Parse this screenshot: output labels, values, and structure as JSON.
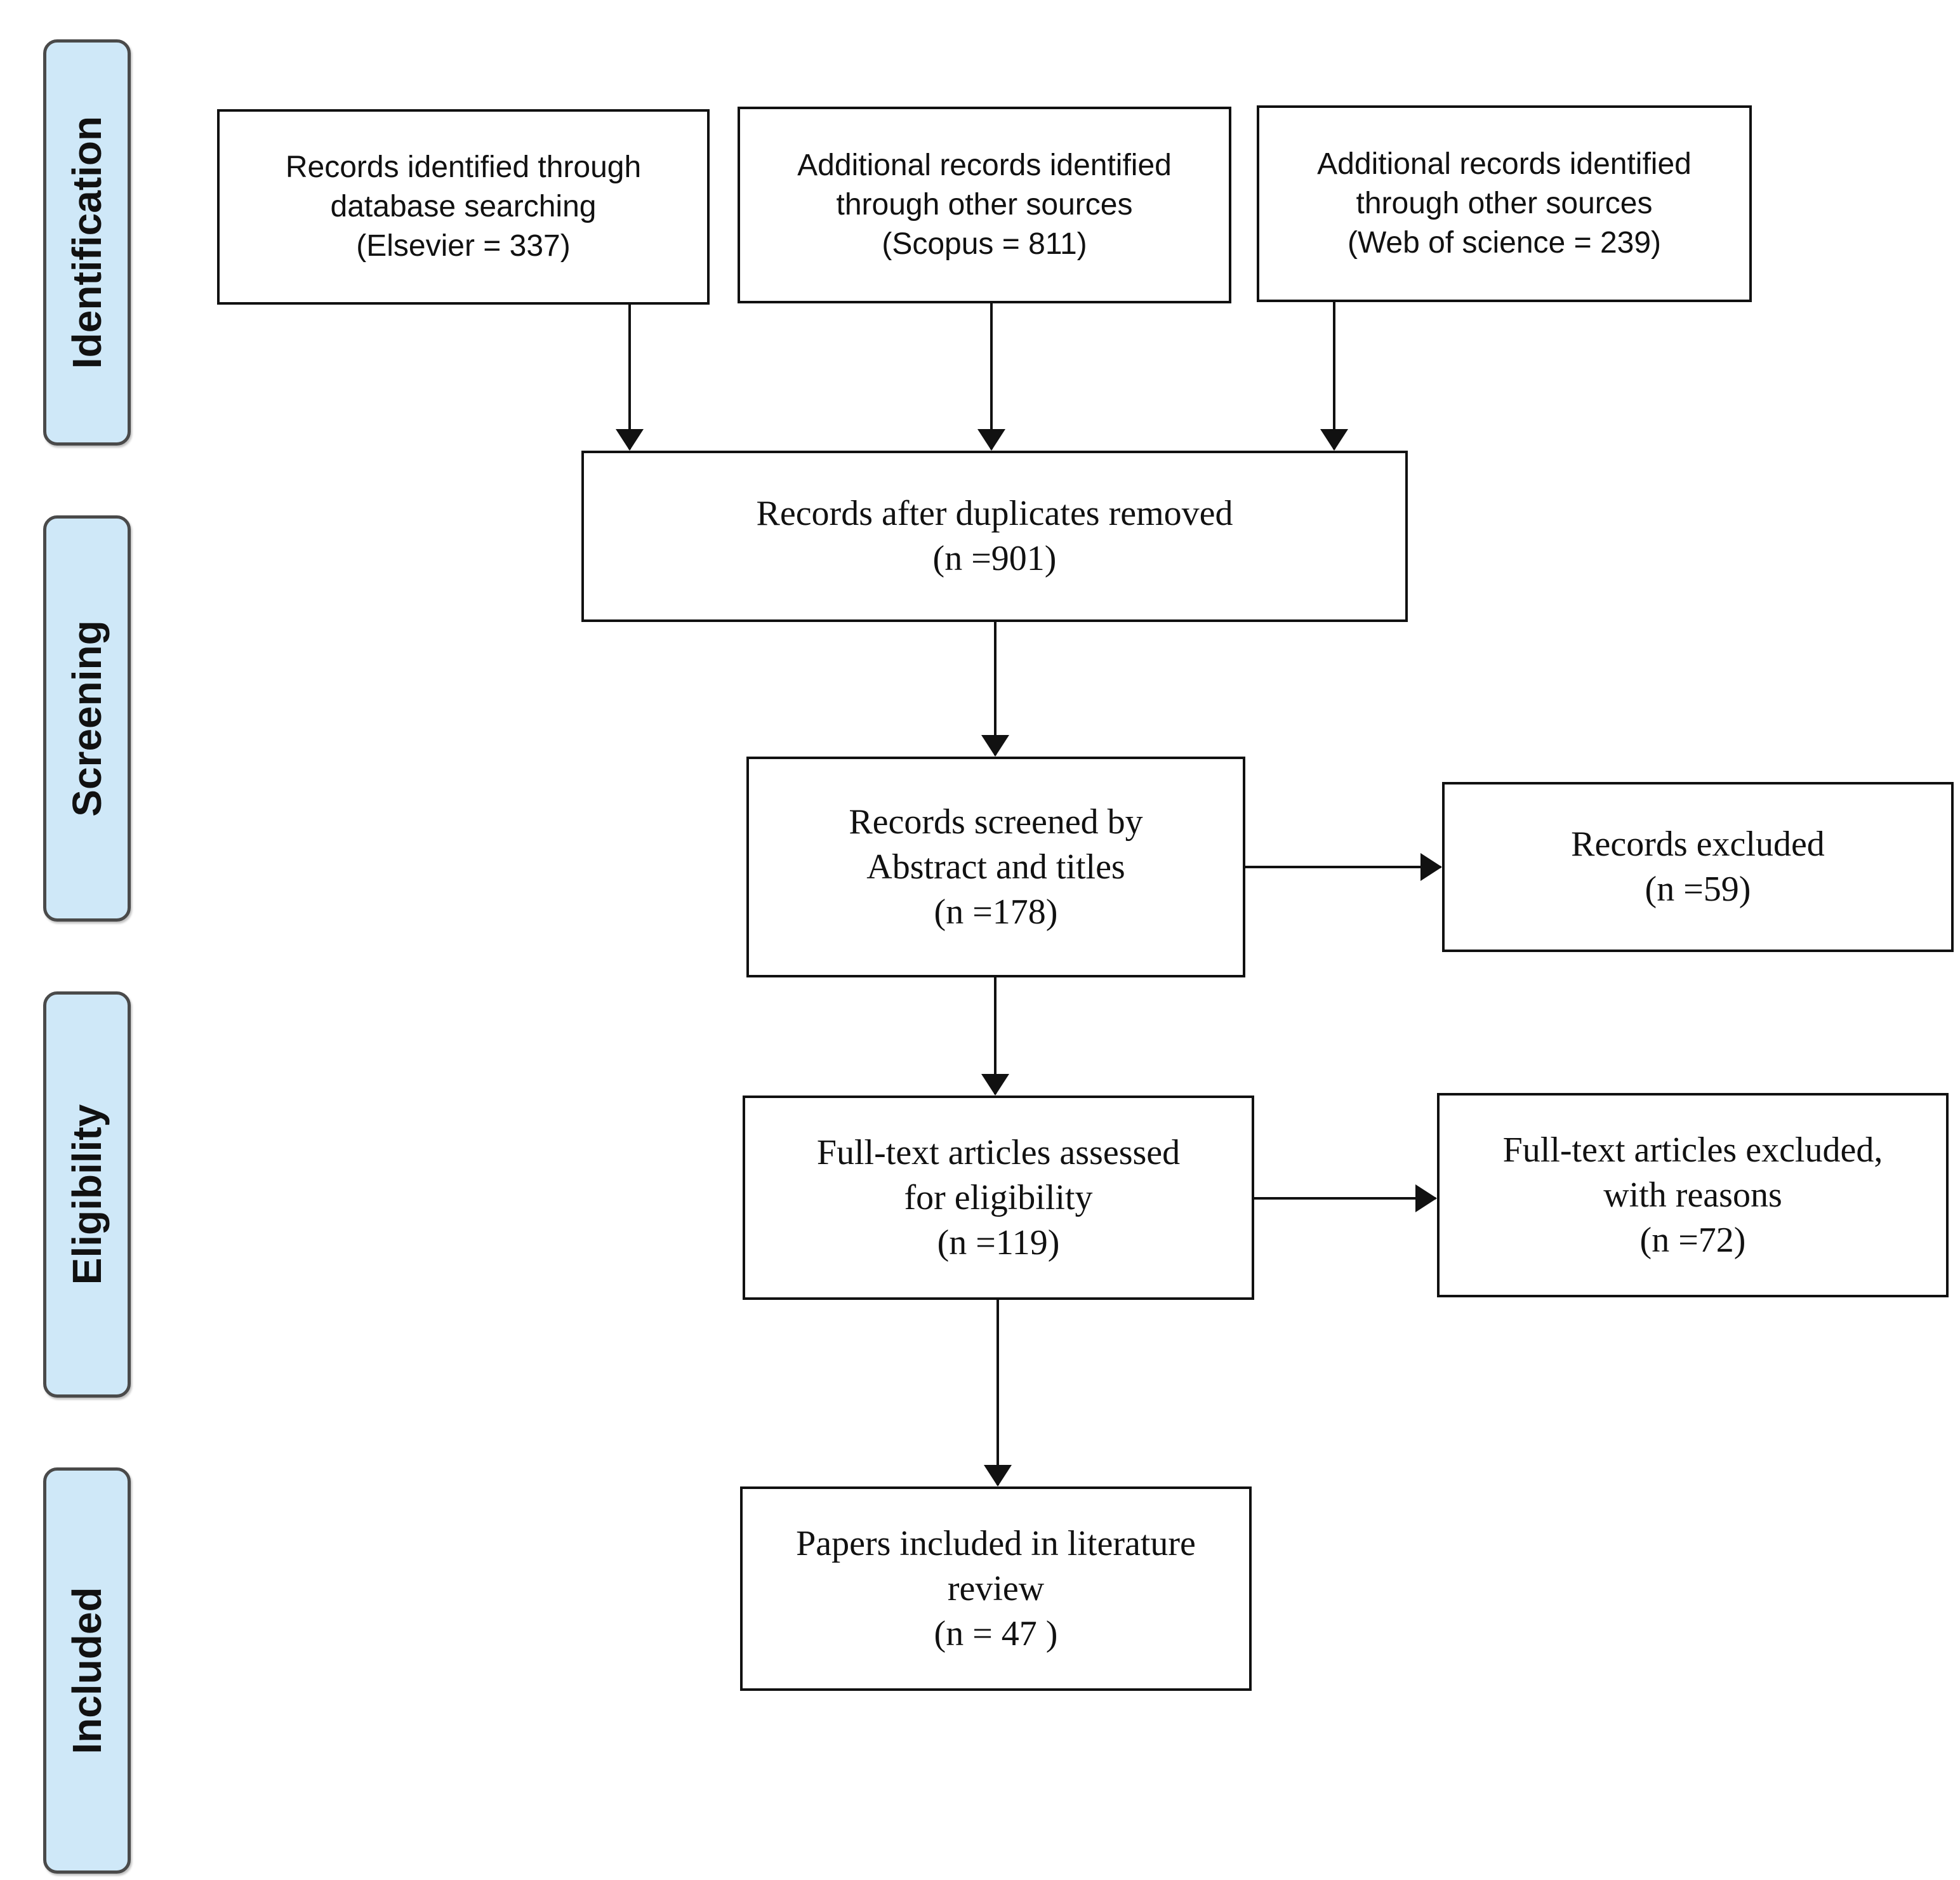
{
  "phases": {
    "identification": "Identification",
    "screening": "Screening",
    "eligibility": "Eligibility",
    "included": "Included"
  },
  "identification": {
    "database": {
      "line1": "Records identified through",
      "line2": "database searching",
      "line3": "(Elsevier = 337)"
    },
    "scopus": {
      "line1": "Additional records identified",
      "line2": "through other sources",
      "line3": "(Scopus = 811)"
    },
    "wos": {
      "line1": "Additional records identified",
      "line2": "through other sources",
      "line3": "(Web of science = 239)"
    }
  },
  "screening": {
    "duplicates_removed": {
      "line1": "Records after duplicates removed",
      "line2": "(n =901)"
    },
    "screened": {
      "line1": "Records screened by",
      "line2": "Abstract and titles",
      "line3": "(n =178)"
    },
    "excluded": {
      "line1": "Records excluded",
      "line2": "(n =59)"
    }
  },
  "eligibility": {
    "assessed": {
      "line1": "Full-text articles assessed",
      "line2": "for eligibility",
      "line3": "(n =119)"
    },
    "excluded": {
      "line1": "Full-text articles excluded,",
      "line2": "with reasons",
      "line3": "(n =72)"
    }
  },
  "included": {
    "papers": {
      "line1": "Papers included in literature",
      "line2": "review",
      "line3": "(n = 47 )"
    }
  },
  "colors": {
    "phase_fill": "#cfe8f8",
    "phase_border": "#4a4a4a",
    "stroke": "#111111"
  }
}
